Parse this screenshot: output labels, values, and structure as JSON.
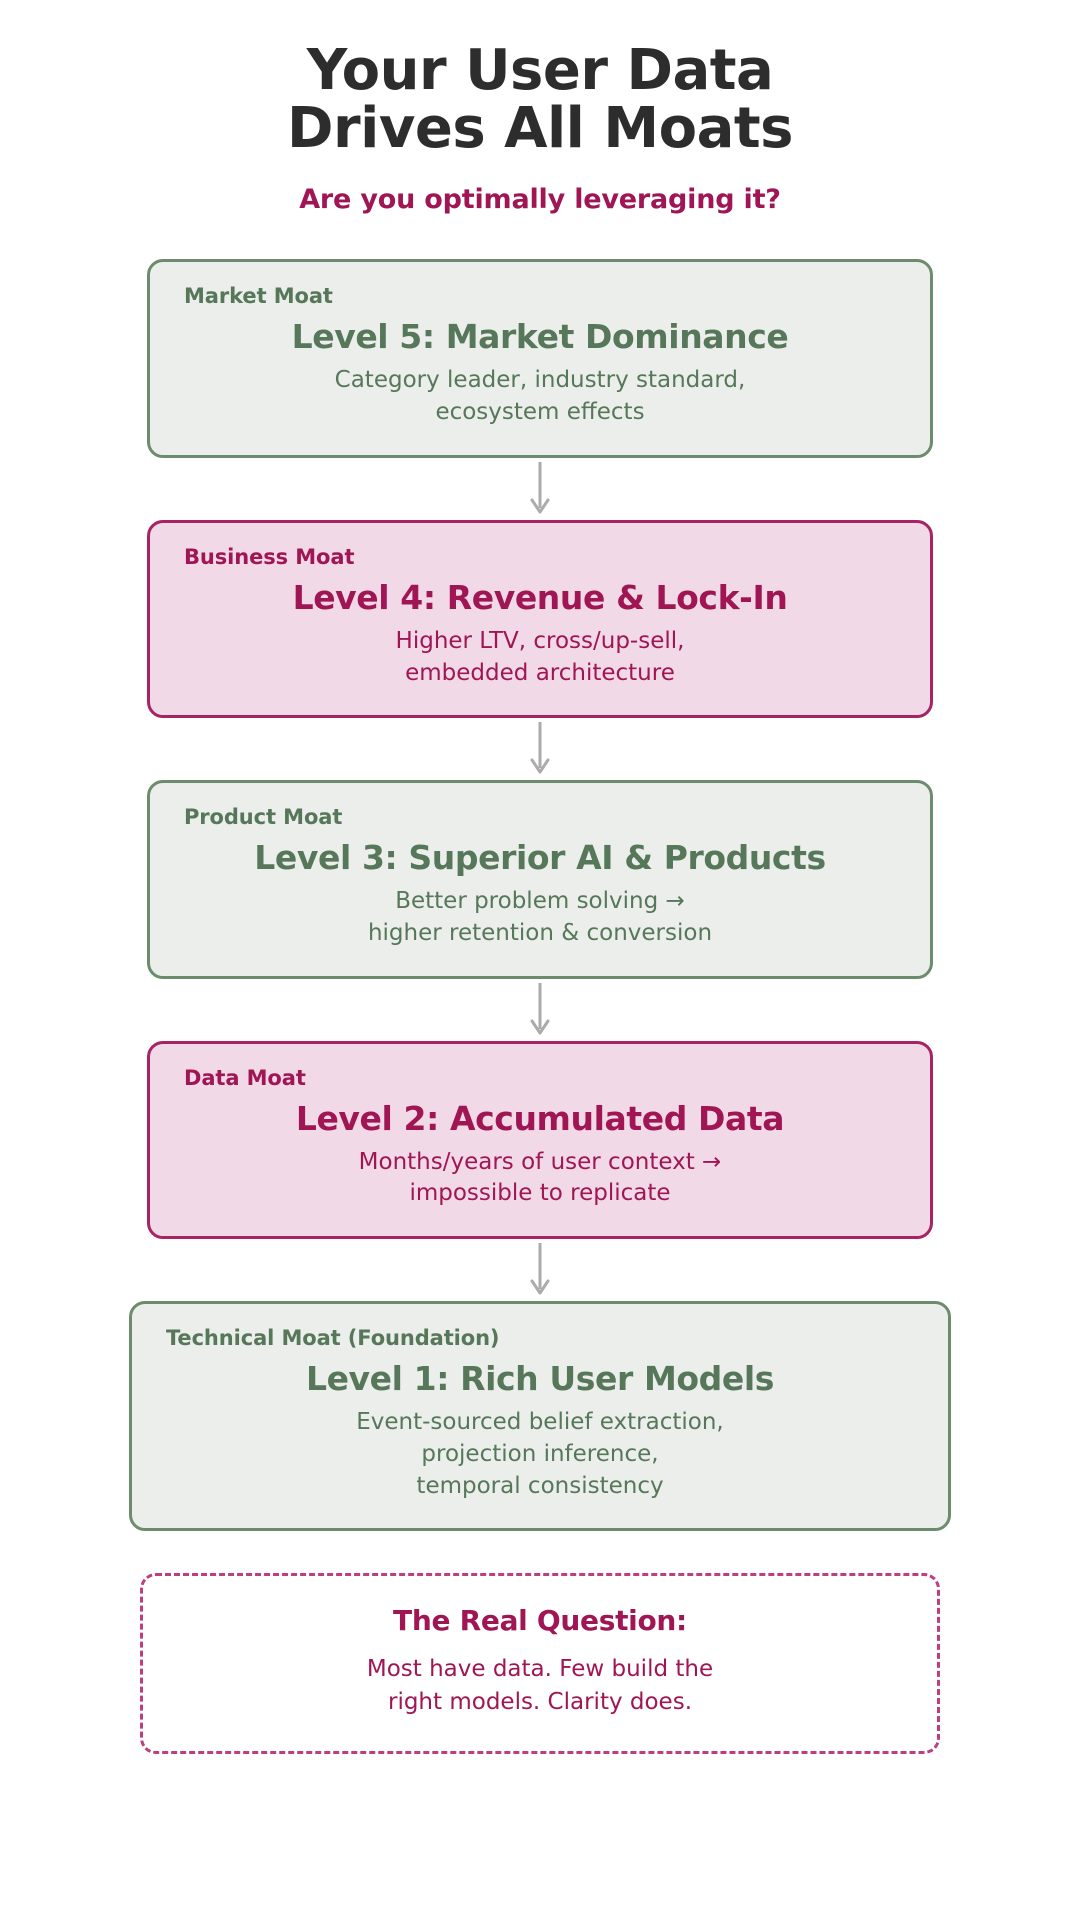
{
  "header": {
    "title": "Your User Data\nDrives All Moats",
    "subtitle": "Are you optimally leveraging it?"
  },
  "colors": {
    "title_text": "#2D2D2D",
    "accent_pink": "#A01655",
    "pink_border": "#A62463",
    "pink_fill": "#F1D9E7",
    "green_text": "#57775A",
    "green_border": "#6D8C6D",
    "green_fill": "#EBEEEA",
    "arrow_gray": "#ABABAB",
    "dashed_border": "#BE3F80",
    "page_background": "#FFFFFF"
  },
  "levels": [
    {
      "tag": "Market Moat",
      "title": "Level 5: Market Dominance",
      "desc": "Category leader, industry standard,\necosystem effects",
      "theme": "green"
    },
    {
      "tag": "Business Moat",
      "title": "Level 4: Revenue & Lock-In",
      "desc": "Higher LTV, cross/up-sell,\nembedded architecture",
      "theme": "pink"
    },
    {
      "tag": "Product Moat",
      "title": "Level 3: Superior AI & Products",
      "desc": "Better problem solving →\nhigher retention & conversion",
      "theme": "green"
    },
    {
      "tag": "Data Moat",
      "title": "Level 2: Accumulated Data",
      "desc": "Months/years of user context →\nimpossible to replicate",
      "theme": "pink"
    },
    {
      "tag": "Technical Moat (Foundation)",
      "title": "Level 1: Rich User Models",
      "desc": "Event-sourced belief extraction,\nprojection inference,\ntemporal consistency",
      "theme": "green"
    }
  ],
  "connector": {
    "icon": "arrow-down-icon"
  },
  "question": {
    "title": "The Real Question:",
    "body": "Most have data. Few build the\nright models. Clarity does."
  }
}
